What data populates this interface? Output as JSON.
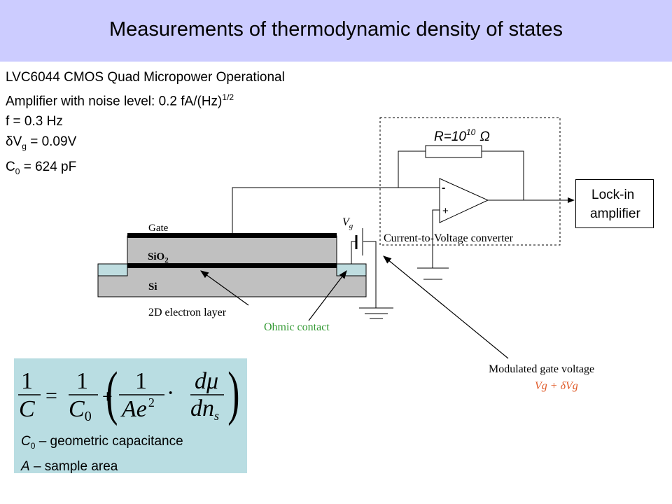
{
  "header": {
    "title": "Measurements of thermodynamic density of states"
  },
  "specs": {
    "line1": "LVC6044 CMOS Quad Micropower Operational",
    "line2_main": "Amplifier with noise level: 0.2 fA/(Hz)",
    "line2_sup": "1/2",
    "line3": "f = 0.3 Hz",
    "line4_delta": "δV",
    "line4_sub": "g",
    "line4_rest": " = 0.09V",
    "line5_main": "C",
    "line5_sub": "0",
    "line5_rest": " = 624 pF"
  },
  "diagram": {
    "gate_label": "Gate",
    "oxide_label": "SiO",
    "oxide_sub": "2",
    "si_label": "Si",
    "electron_layer_label": "2D electron layer",
    "ohmic_contact_label": "Ohmic contact",
    "vg_label": "V",
    "vg_sub": "g",
    "resistor_label": "R=10",
    "resistor_sup": "10",
    "resistor_unit": "Ω",
    "opamp_minus": "-",
    "opamp_plus": "+",
    "converter_label": "Current-to-Voltage converter",
    "modulated_label": "Modulated gate voltage",
    "modulated_formula": "Vg + δVg",
    "lockin_line1": "Lock-in",
    "lockin_line2": "amplifier"
  },
  "formula": {
    "one": "1",
    "C": "C",
    "C0": "C",
    "C0_sub": "0",
    "plus": "+",
    "Ae": "Ae",
    "sq": "2",
    "dot": "·",
    "dmu": "dμ",
    "dn": "dn",
    "dn_sub": "s"
  },
  "legend": {
    "c0_symbol": "C",
    "c0_sub": "0",
    "c0_text": " – geometric capacitance",
    "a_symbol": "A",
    "a_text": " – sample area"
  },
  "colors": {
    "title_bar": "#ccccff",
    "formula_box": "#b9dde2",
    "ohmic": "#339933",
    "modulated": "#e05a28",
    "substrate": "#c0c0c0",
    "contact": "#bfdde0"
  }
}
